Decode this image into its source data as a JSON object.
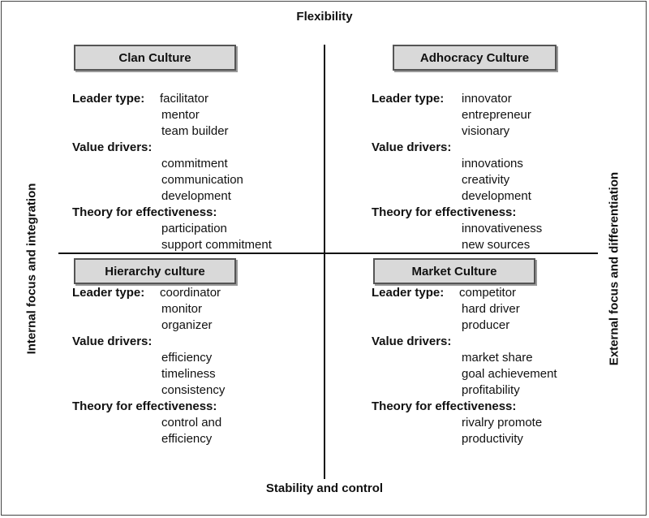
{
  "axes": {
    "top": "Flexibility",
    "bottom": "Stability and control",
    "left": "Internal focus and integration",
    "right": "External focus and differentiation"
  },
  "quadrants": {
    "clan": {
      "title": "Clan Culture",
      "leader_label": "Leader type:",
      "leader": [
        "facilitator",
        "mentor",
        "team builder"
      ],
      "value_label": "Value drivers:",
      "value": [
        "commitment",
        "communication",
        "development"
      ],
      "theory_label": "Theory for effectiveness:",
      "theory": [
        "participation",
        "support commitment"
      ]
    },
    "adhocracy": {
      "title": "Adhocracy Culture",
      "leader_label": "Leader type:",
      "leader": [
        "innovator",
        "entrepreneur",
        "visionary"
      ],
      "value_label": "Value drivers:",
      "value": [
        "innovations",
        "creativity",
        "development"
      ],
      "theory_label": "Theory for effectiveness:",
      "theory": [
        "innovativeness",
        "new sources"
      ]
    },
    "hierarchy": {
      "title": "Hierarchy culture",
      "leader_label": "Leader type:",
      "leader": [
        "coordinator",
        "monitor",
        "organizer"
      ],
      "value_label": "Value drivers:",
      "value": [
        "efficiency",
        "timeliness",
        "consistency"
      ],
      "theory_label": "Theory for effectiveness:",
      "theory": [
        "control and",
        "efficiency"
      ]
    },
    "market": {
      "title": "Market Culture",
      "leader_label": "Leader type:",
      "leader": [
        "competitor",
        "hard driver",
        "producer"
      ],
      "value_label": "Value drivers:",
      "value": [
        "market share",
        "goal achievement",
        "profitability"
      ],
      "theory_label": "Theory for effectiveness:",
      "theory": [
        "rivalry promote",
        "productivity"
      ]
    }
  }
}
